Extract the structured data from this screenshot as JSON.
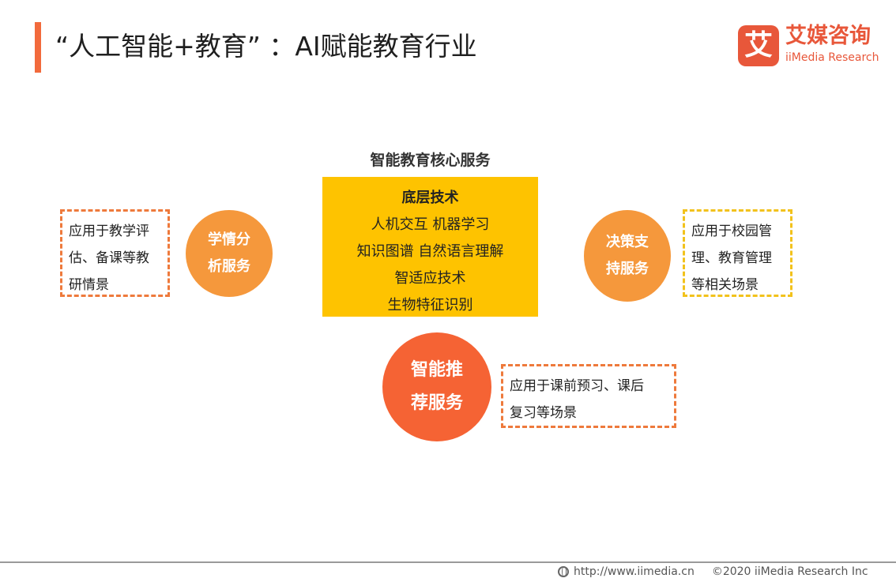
{
  "header": {
    "title": "“人工智能+教育” ：AI赋能教育行业",
    "accent_color": "#f26a3c"
  },
  "logo": {
    "mark": "艾",
    "name_cn": "艾媒咨询",
    "name_en": "iiMedia Research",
    "color": "#e8573a"
  },
  "core": {
    "heading": "智能教育核心服务",
    "box_title": "底层技术",
    "items": [
      "人机交互  机器学习",
      "知识图谱 自然语言理解",
      "智适应技术",
      "生物特征识别"
    ],
    "color": "#fec300"
  },
  "services": {
    "left": {
      "line1": "学情分",
      "line2": "析服务",
      "color": "#f5983c"
    },
    "right": {
      "line1": "决策支",
      "line2": "持服务",
      "color": "#f5983c"
    },
    "bottom": {
      "line1": "智能推",
      "line2": "荐服务",
      "color": "#f56334"
    }
  },
  "notes": {
    "left": [
      "应用于教学评",
      "估、备课等教",
      "研情景"
    ],
    "right": [
      "应用于校园管",
      "理、教育管理",
      "等相关场景"
    ],
    "bottom": [
      "应用于课前预习、课后",
      "复习等场景"
    ]
  },
  "footer": {
    "url": "http://www.iimedia.cn",
    "copyright": "©2020  iiMedia Research  Inc"
  }
}
